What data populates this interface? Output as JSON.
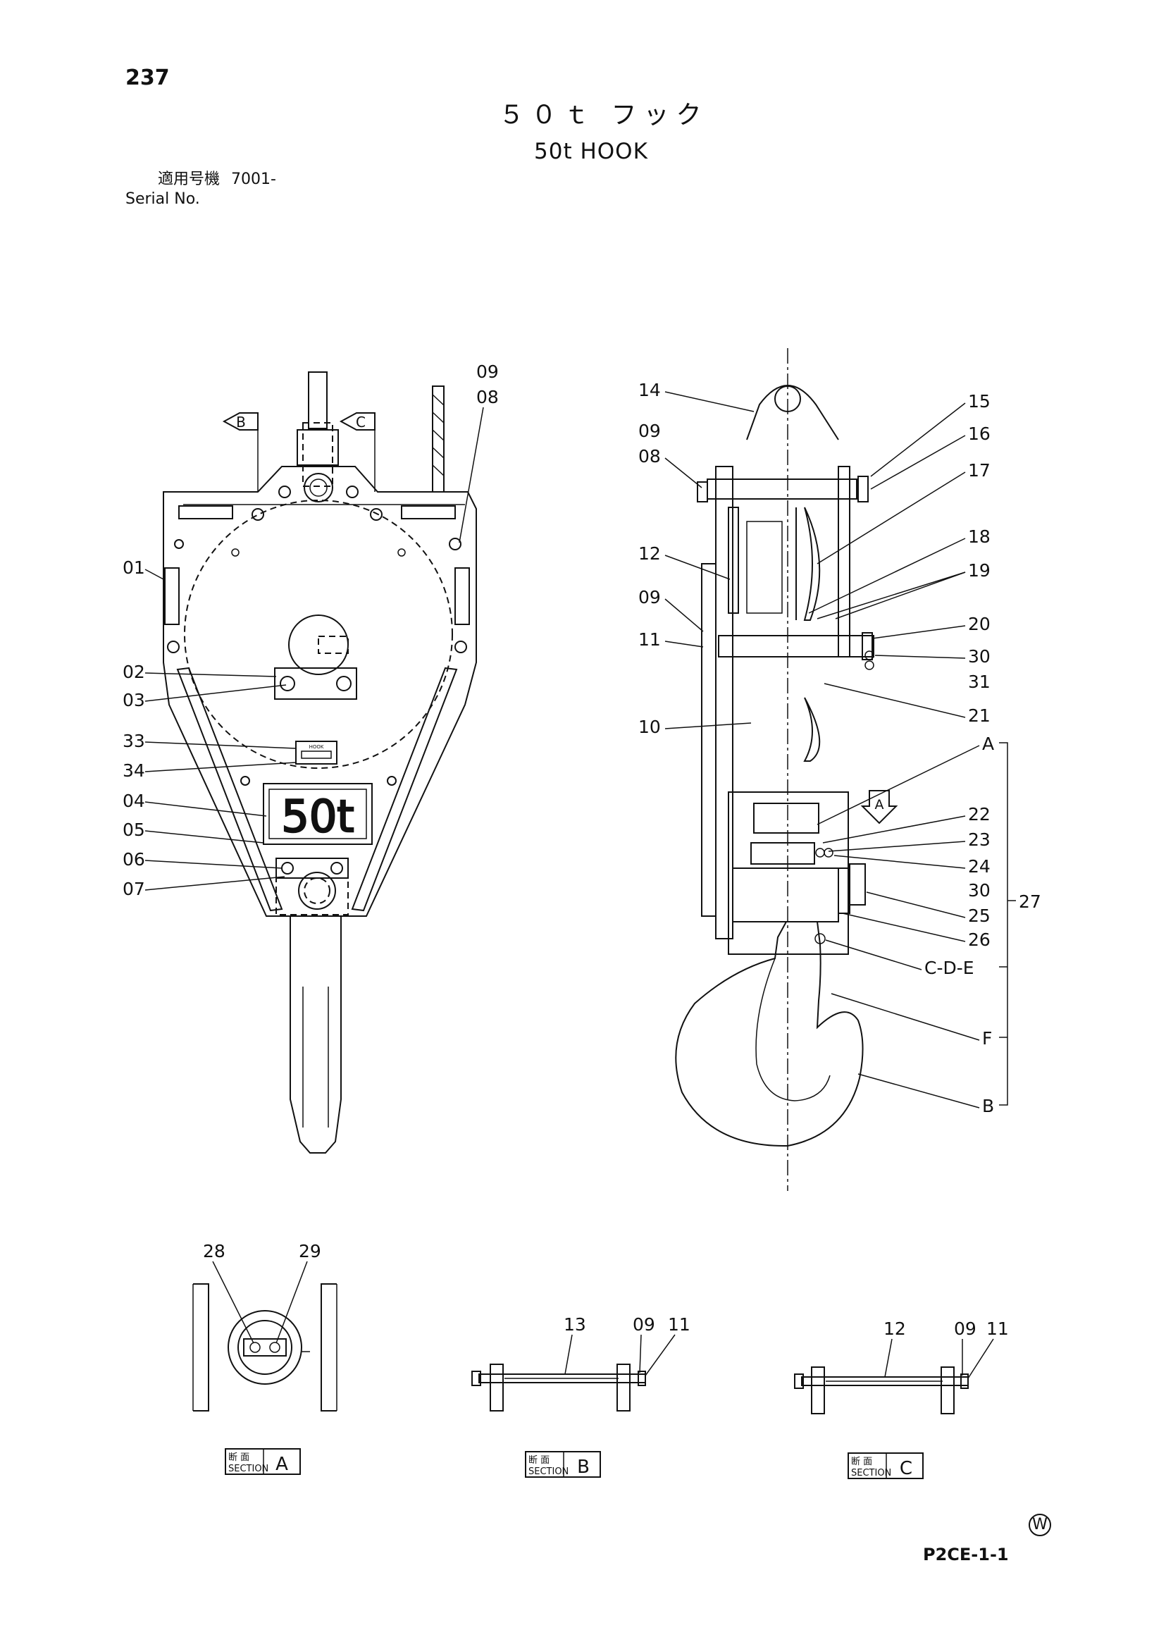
{
  "header": {
    "page_number": "237",
    "title_jp": "５０ｔ フック",
    "title_en": "50t HOOK",
    "serial_label_jp": "適用号機",
    "serial_value": "7001-",
    "serial_label_en": "Serial No."
  },
  "front_view": {
    "plate_text": "50t",
    "labels": {
      "p01": "01",
      "p02": "02",
      "p03": "03",
      "p04": "04",
      "p05": "05",
      "p06": "06",
      "p07": "07",
      "p08": "08",
      "p09": "09",
      "p33": "33",
      "p34": "34",
      "arrow_b": "B",
      "arrow_c": "C"
    }
  },
  "side_view": {
    "labels": {
      "p14": "14",
      "p09": "09",
      "p08": "08",
      "p12": "12",
      "p09b": "09",
      "p11": "11",
      "p10": "10",
      "p15": "15",
      "p16": "16",
      "p17": "17",
      "p18": "18",
      "p19": "19",
      "p20": "20",
      "p30": "30",
      "p31": "31",
      "p21": "21",
      "pA": "A",
      "p22": "22",
      "p23": "23",
      "p24": "24",
      "p30b": "30",
      "p25": "25",
      "p26": "26",
      "p27": "27",
      "pCDE": "C-D-E",
      "pF": "F",
      "pB": "B",
      "arrow_a": "A"
    }
  },
  "sections": {
    "a": {
      "num1": "28",
      "num2": "29",
      "tag_jp": "断 面",
      "tag_en": "SECTION",
      "letter": "A"
    },
    "b": {
      "num1": "13",
      "num2": "09",
      "num3": "11",
      "tag_jp": "断 面",
      "tag_en": "SECTION",
      "letter": "B"
    },
    "c": {
      "num1": "12",
      "num2": "09",
      "num3": "11",
      "tag_jp": "断 面",
      "tag_en": "SECTION",
      "letter": "C"
    }
  },
  "footer": {
    "watermark": "W",
    "doc_code": "P2CE-1-1"
  }
}
